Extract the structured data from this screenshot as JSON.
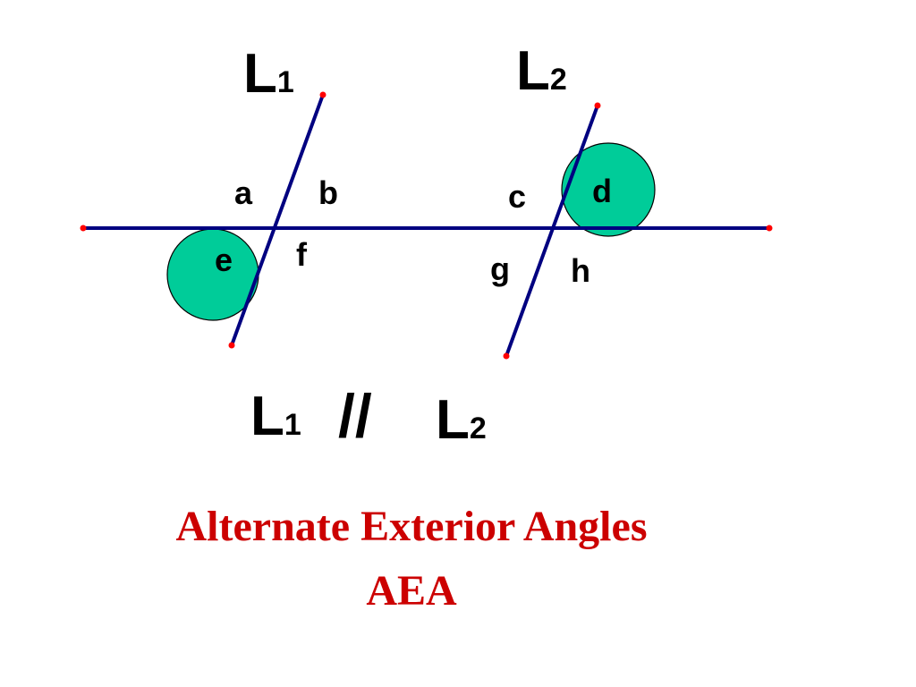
{
  "labels": {
    "line1": "L",
    "line1_sub": "1",
    "line2": "L",
    "line2_sub": "2",
    "angles": {
      "a": "a",
      "b": "b",
      "c": "c",
      "d": "d",
      "e": "e",
      "f": "f",
      "g": "g",
      "h": "h"
    }
  },
  "relation": {
    "left": "L",
    "left_sub": "1",
    "symbol": "//",
    "right": "L",
    "right_sub": "2"
  },
  "caption": {
    "line1": "Alternate Exterior Angles",
    "line2": "AEA"
  },
  "colors": {
    "line": "#000080",
    "endpoint": "#ff0000",
    "highlight_fill": "#00cc99",
    "highlight_stroke": "#000000",
    "caption": "#cc0000",
    "text": "#000000"
  }
}
